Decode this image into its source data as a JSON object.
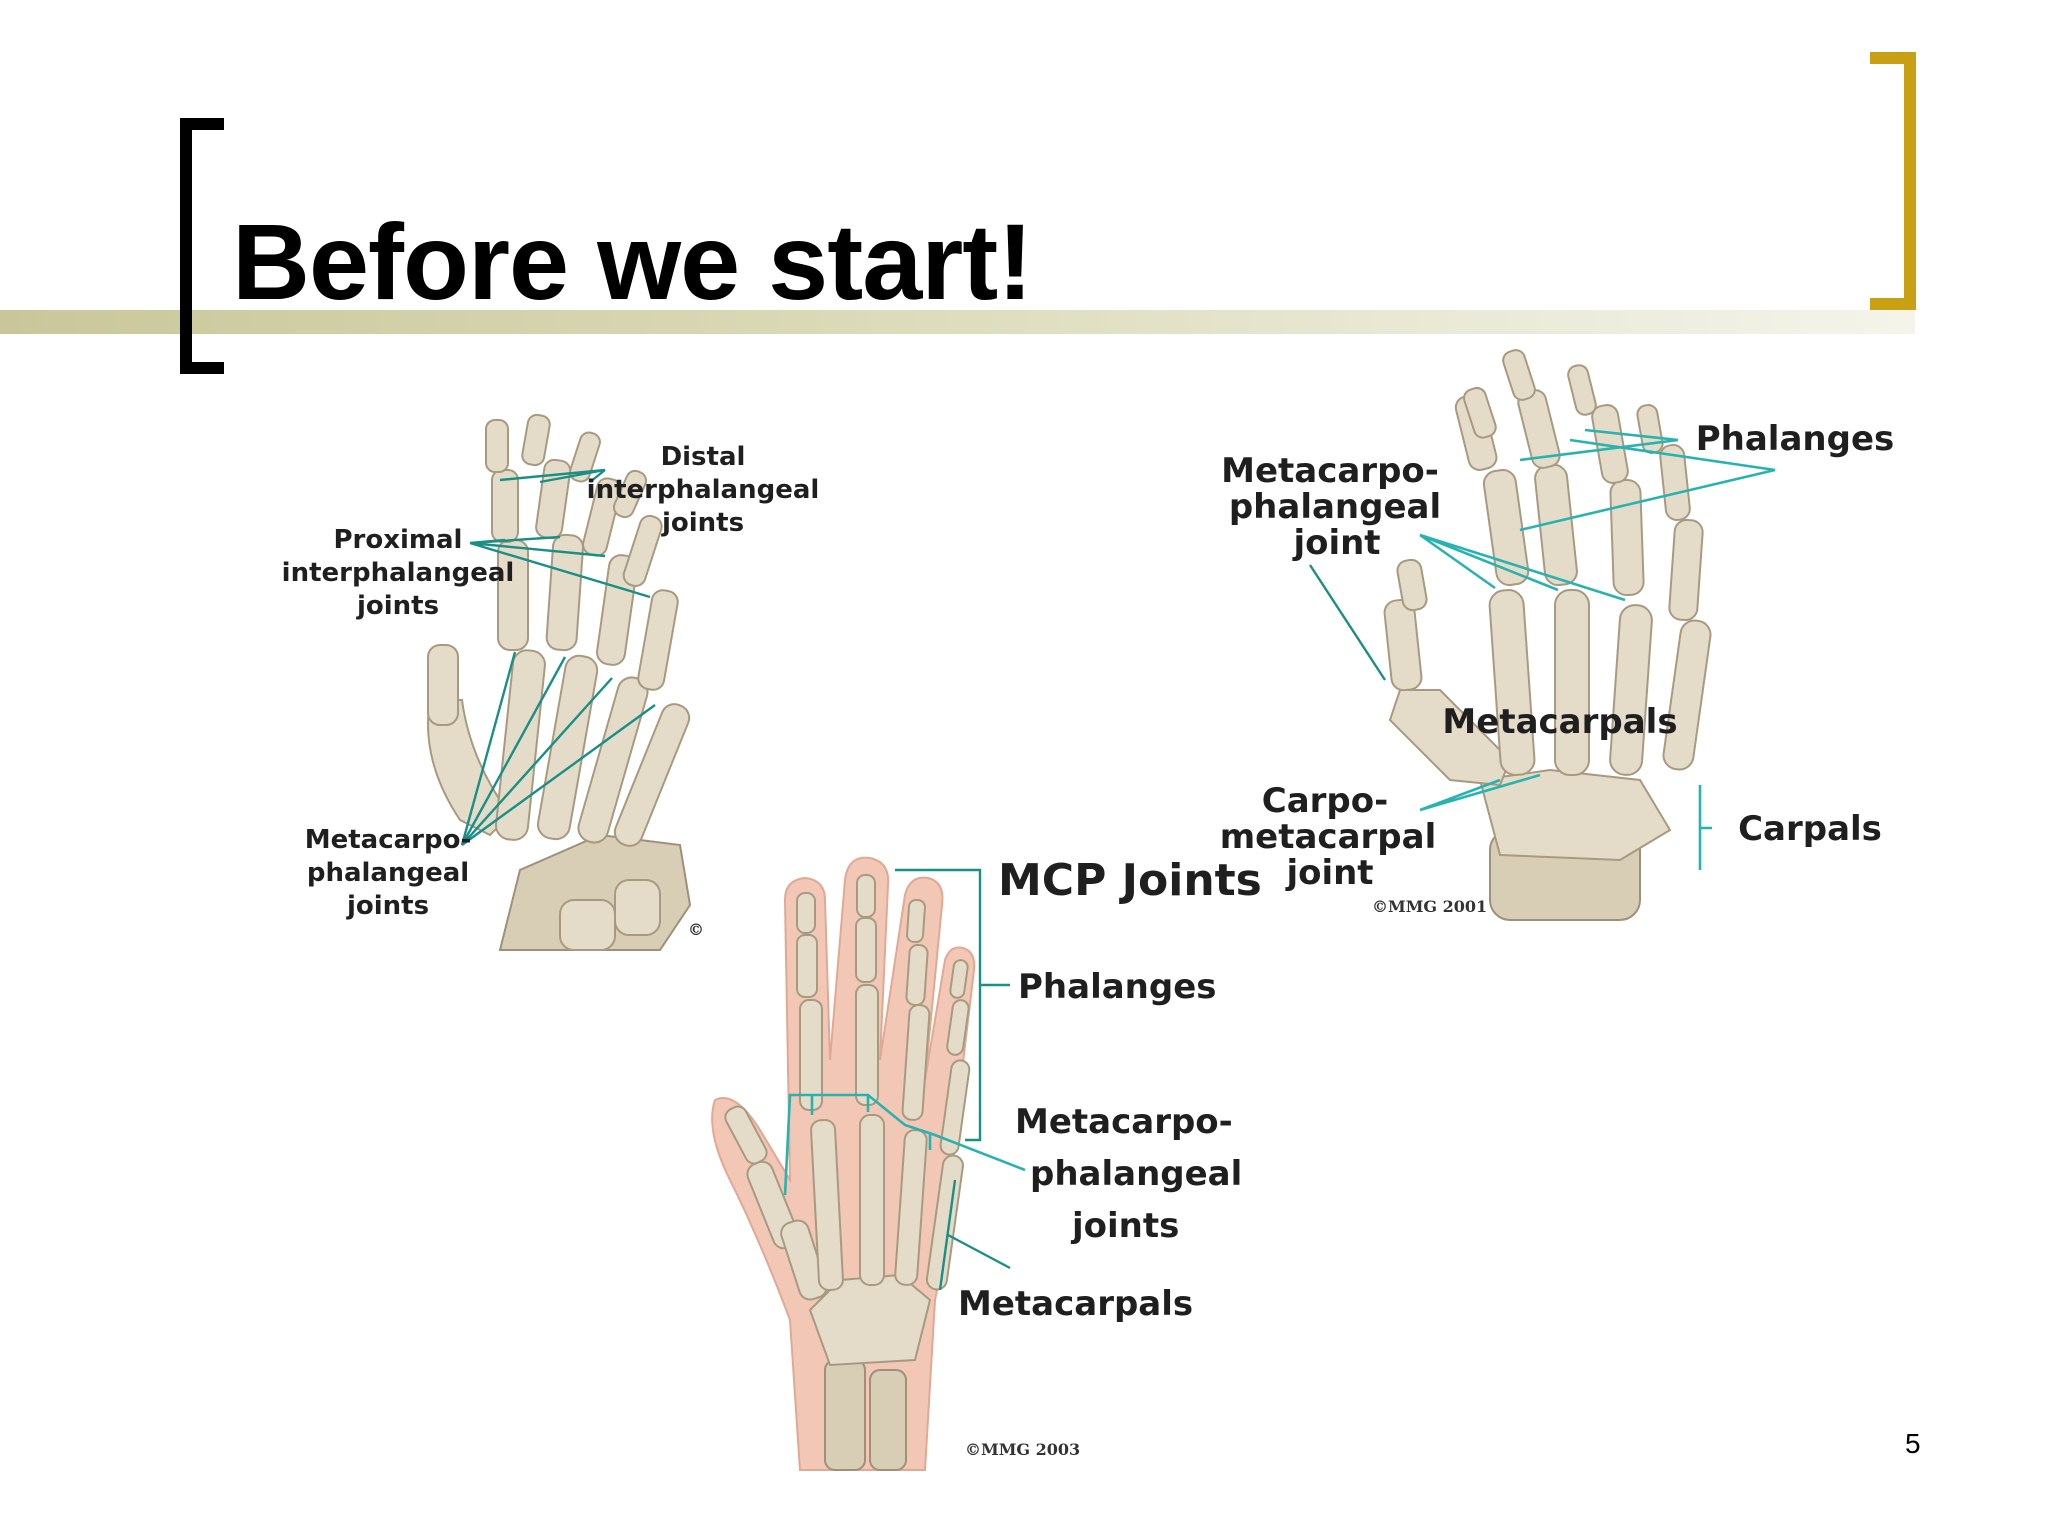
{
  "slide": {
    "title": "Before we start!",
    "page_number": "5"
  },
  "figures": {
    "left": {
      "labels": {
        "distal_1": "Distal",
        "distal_2": "interphalangeal",
        "distal_3": "joints",
        "proximal_1": "Proximal",
        "proximal_2": "interphalangeal",
        "proximal_3": "joints",
        "mcp_1": "Metacarpo-",
        "mcp_2": "phalangeal",
        "mcp_3": "joints"
      },
      "copyright": "©"
    },
    "right": {
      "labels": {
        "phalanges": "Phalanges",
        "mcp_1": "Metacarpo-",
        "mcp_2": "phalangeal",
        "mcp_3": "joint",
        "metacarpals": "Metacarpals",
        "cmc_1": "Carpo-",
        "cmc_2": "metacarpal",
        "cmc_3": "joint",
        "carpals": "Carpals"
      },
      "copyright": "©MMG 2001"
    },
    "bottom": {
      "labels": {
        "mcp_joints": "MCP Joints",
        "phalanges": "Phalanges",
        "mcp_1": "Metacarpo-",
        "mcp_2": "phalangeal",
        "mcp_3": "joints",
        "metacarpals": "Metacarpals"
      },
      "copyright": "©MMG 2003"
    }
  },
  "colors": {
    "title_bracket_left": "#000000",
    "title_bracket_right": "#c9a013",
    "leader_lines": "#1a8f86"
  }
}
